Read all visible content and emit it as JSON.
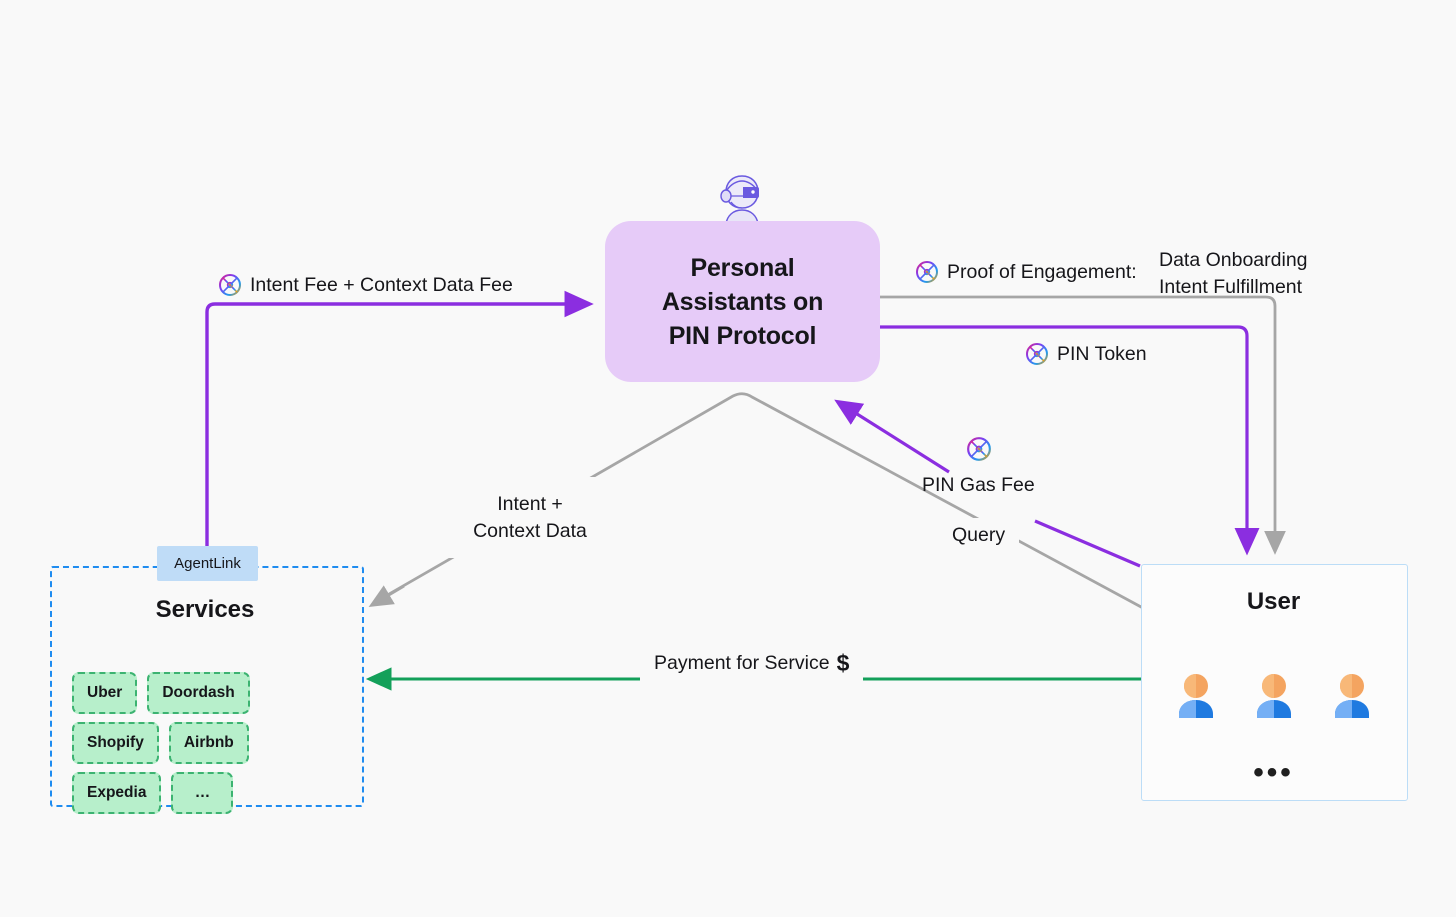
{
  "diagram": {
    "background_color": "#f9f9f9",
    "accent_purple": "#8b2ee0",
    "accent_gray": "#9e9e9e",
    "accent_green": "#14a05a",
    "accent_blue": "#1f8cf0"
  },
  "center_node": {
    "title_lines": [
      "Personal",
      "Assistants on",
      "PIN Protocol"
    ],
    "title_text": "Personal Assistants on PIN Protocol",
    "icon": "robot-avatar-icon",
    "fill_color": "#e6cbf8"
  },
  "services_node": {
    "title": "Services",
    "tag_label": "AgentLink",
    "border_color": "#1f8cf0",
    "items": [
      {
        "label": "Uber"
      },
      {
        "label": "Doordash"
      },
      {
        "label": "Shopify"
      },
      {
        "label": "Airbnb"
      },
      {
        "label": "Expedia"
      },
      {
        "label": "…"
      }
    ]
  },
  "user_node": {
    "title": "User",
    "people_count": 3,
    "overflow_indicator": "•••",
    "border_color": "#bcddf7"
  },
  "edges": [
    {
      "id": "intent-fee",
      "label": "Intent Fee + Context Data Fee",
      "icon": "pin-logo-icon",
      "color": "#8b2ee0",
      "from": "services-agentlink",
      "to": "personal-assistants"
    },
    {
      "id": "proof-of-engagement",
      "label": "Proof of Engagement:",
      "icon": "pin-logo-icon",
      "color": "#9e9e9e",
      "detail_lines": [
        "Data Onboarding",
        "Intent Fulfillment"
      ],
      "from": "personal-assistants",
      "to": "user"
    },
    {
      "id": "pin-token",
      "label": "PIN Token",
      "icon": "pin-logo-icon",
      "color": "#8b2ee0",
      "from": "personal-assistants",
      "to": "user"
    },
    {
      "id": "pin-gas-fee",
      "label": "PIN Gas Fee",
      "icon": "pin-logo-icon",
      "color": "#8b2ee0",
      "from": "user",
      "to": "personal-assistants"
    },
    {
      "id": "query",
      "label": "Query",
      "color": "#9e9e9e",
      "from": "user",
      "to": "personal-assistants"
    },
    {
      "id": "intent-context-data",
      "label_lines": [
        "Intent +",
        "Context Data"
      ],
      "label": "Intent + Context Data",
      "color": "#9e9e9e",
      "from": "personal-assistants",
      "to": "services"
    },
    {
      "id": "payment-for-service",
      "label": "Payment for Service",
      "symbol": "$",
      "color": "#14a05a",
      "from": "user",
      "to": "services"
    }
  ]
}
